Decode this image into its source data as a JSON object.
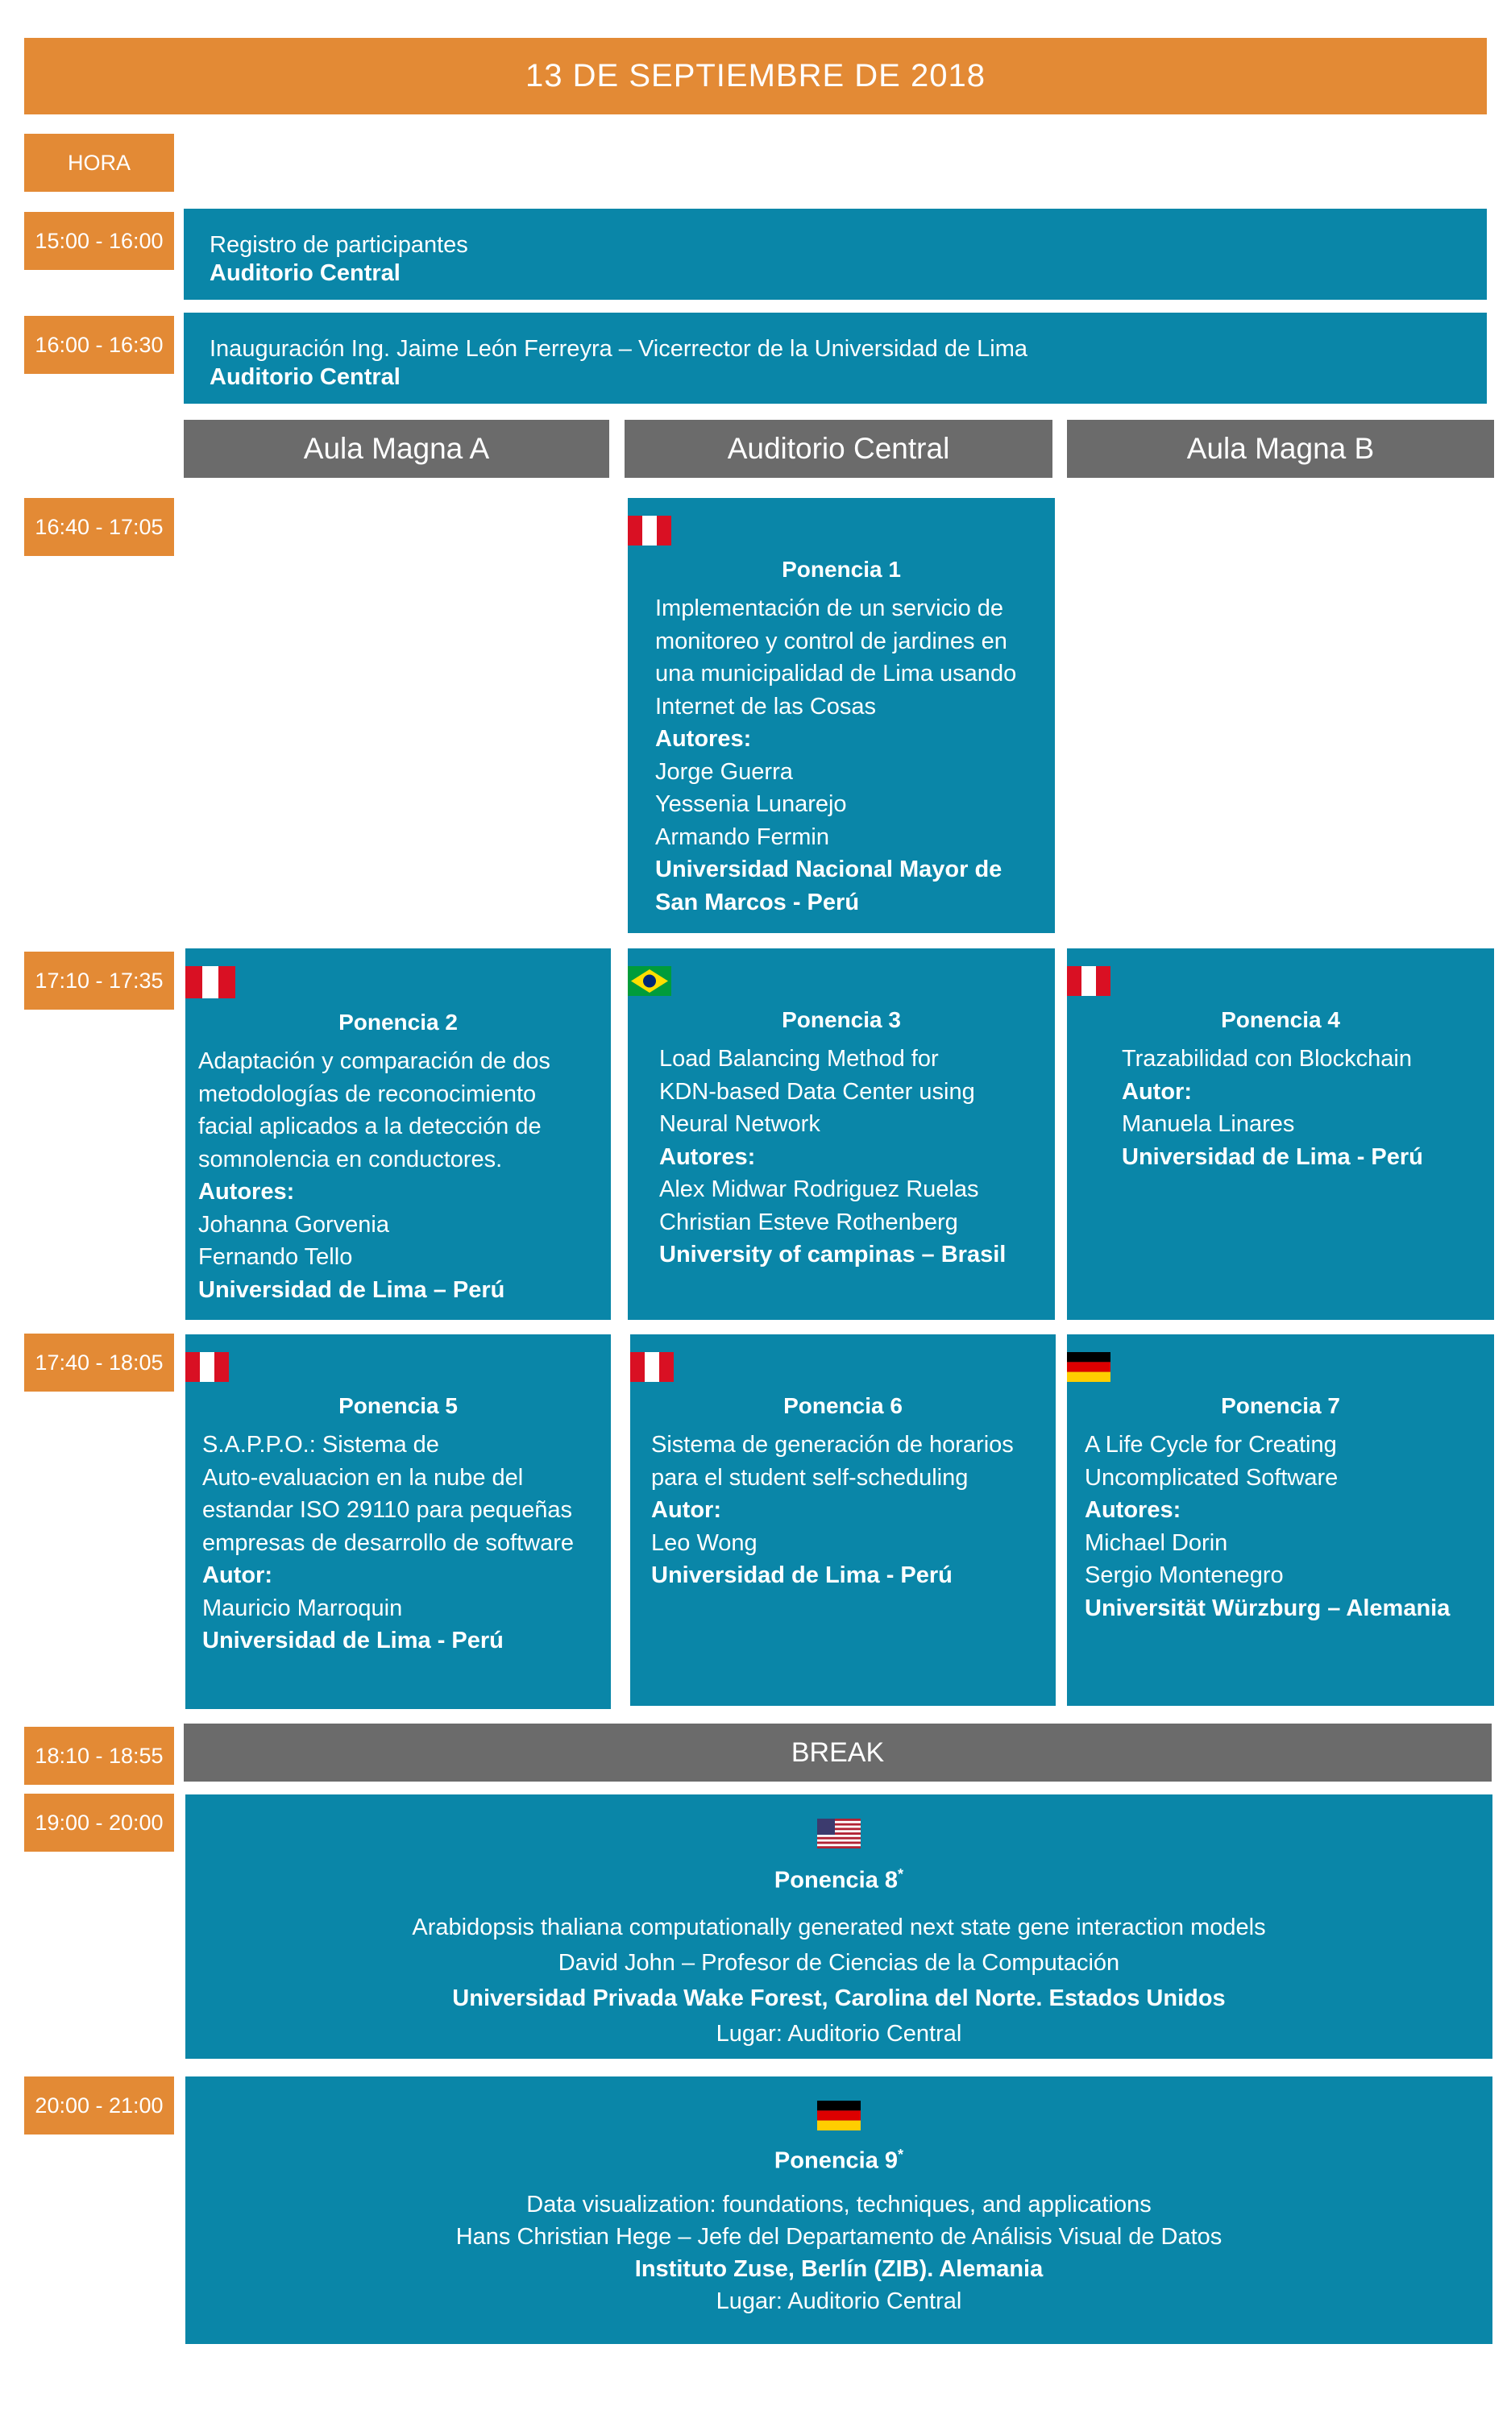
{
  "header": {
    "title": "13 DE SEPTIEMBRE DE 2018",
    "hora_label": "HORA"
  },
  "opening": [
    {
      "time": "15:00 - 16:00",
      "title": "Registro de participantes",
      "place": "Auditorio Central"
    },
    {
      "time": "16:00 - 16:30",
      "title": "Inauguración Ing. Jaime León Ferreyra – Vicerrector de la Universidad de Lima",
      "place": "Auditorio Central"
    }
  ],
  "rooms": [
    "Aula Magna A",
    "Auditorio Central",
    "Aula Magna B"
  ],
  "slots": [
    "16:40 - 17:05",
    "17:10 - 17:35",
    "17:40 - 18:05",
    "18:10 - 18:55",
    "19:00 - 20:00",
    "20:00 - 21:00"
  ],
  "talks": {
    "p1": {
      "flag": "peru-flag",
      "label": "Ponencia 1",
      "title": [
        "Implementación de un servicio de",
        "monitoreo y control de jardines en",
        "una municipalidad de Lima usando",
        "Internet de las Cosas"
      ],
      "authors_label": "Autores:",
      "authors": [
        "Jorge Guerra",
        "Yessenia Lunarejo",
        "Armando Fermin"
      ],
      "affiliation": [
        "Universidad Nacional Mayor de",
        "San Marcos - Perú"
      ]
    },
    "p2": {
      "flag": "peru-flag",
      "label": "Ponencia 2",
      "title": [
        "Adaptación y comparación de dos",
        "metodologías de reconocimiento",
        "facial aplicados a la detección de",
        "somnolencia en conductores."
      ],
      "authors_label": "Autores:",
      "authors": [
        "Johanna Gorvenia",
        "Fernando Tello"
      ],
      "affiliation": [
        "Universidad de Lima – Perú"
      ]
    },
    "p3": {
      "flag": "brazil-flag",
      "label": "Ponencia 3",
      "title": [
        "Load Balancing Method for",
        "KDN-based Data Center using",
        "Neural Network"
      ],
      "authors_label": "Autores:",
      "authors": [
        "Alex Midwar Rodriguez Ruelas",
        "Christian Esteve Rothenberg"
      ],
      "affiliation": [
        "University of campinas – Brasil"
      ]
    },
    "p4": {
      "flag": "peru-flag",
      "label": "Ponencia 4",
      "title": [
        "Trazabilidad con Blockchain"
      ],
      "authors_label": "Autor:",
      "authors": [
        "Manuela Linares"
      ],
      "affiliation": [
        "Universidad de Lima - Perú"
      ]
    },
    "p5": {
      "flag": "peru-flag",
      "label": "Ponencia 5",
      "title": [
        "S.A.P.P.O.: Sistema de",
        "Auto-evaluacion en la nube del",
        "estandar ISO 29110 para pequeñas",
        "empresas de desarrollo de software"
      ],
      "authors_label": "Autor:",
      "authors": [
        "Mauricio Marroquin"
      ],
      "affiliation": [
        "Universidad de Lima - Perú"
      ]
    },
    "p6": {
      "flag": "peru-flag",
      "label": "Ponencia 6",
      "title": [
        "Sistema de generación de horarios",
        "para el student self-scheduling"
      ],
      "authors_label": "Autor:",
      "authors": [
        "Leo Wong"
      ],
      "affiliation": [
        "Universidad de Lima - Perú"
      ]
    },
    "p7": {
      "flag": "germany-flag",
      "label": "Ponencia 7",
      "title": [
        "A Life Cycle for Creating",
        "Uncomplicated Software"
      ],
      "authors_label": "Autores:",
      "authors": [
        "Michael Dorin",
        "Sergio Montenegro"
      ],
      "affiliation": [
        "Universität Würzburg – Alemania"
      ]
    }
  },
  "break_label": "BREAK",
  "keynotes": [
    {
      "flag": "usa-flag",
      "label": "Ponencia 8",
      "mark": "*",
      "title": "Arabidopsis thaliana computationally generated next state gene interaction models",
      "speaker": "David John – Profesor de Ciencias de la Computación",
      "affiliation": "Universidad Privada Wake Forest, Carolina del Norte. Estados Unidos",
      "place": "Lugar: Auditorio Central"
    },
    {
      "flag": "germany-flag",
      "label": "Ponencia 9",
      "mark": "*",
      "title": "Data visualization: foundations, techniques, and applications",
      "speaker": "Hans Christian Hege – Jefe del Departamento de Análisis Visual de Datos",
      "affiliation": "Instituto Zuse, Berlín (ZIB). Alemania",
      "place": "Lugar: Auditorio Central"
    }
  ],
  "colors": {
    "orange": "#e38a35",
    "blue": "#0a86a8",
    "gray": "#6b6b6b"
  }
}
